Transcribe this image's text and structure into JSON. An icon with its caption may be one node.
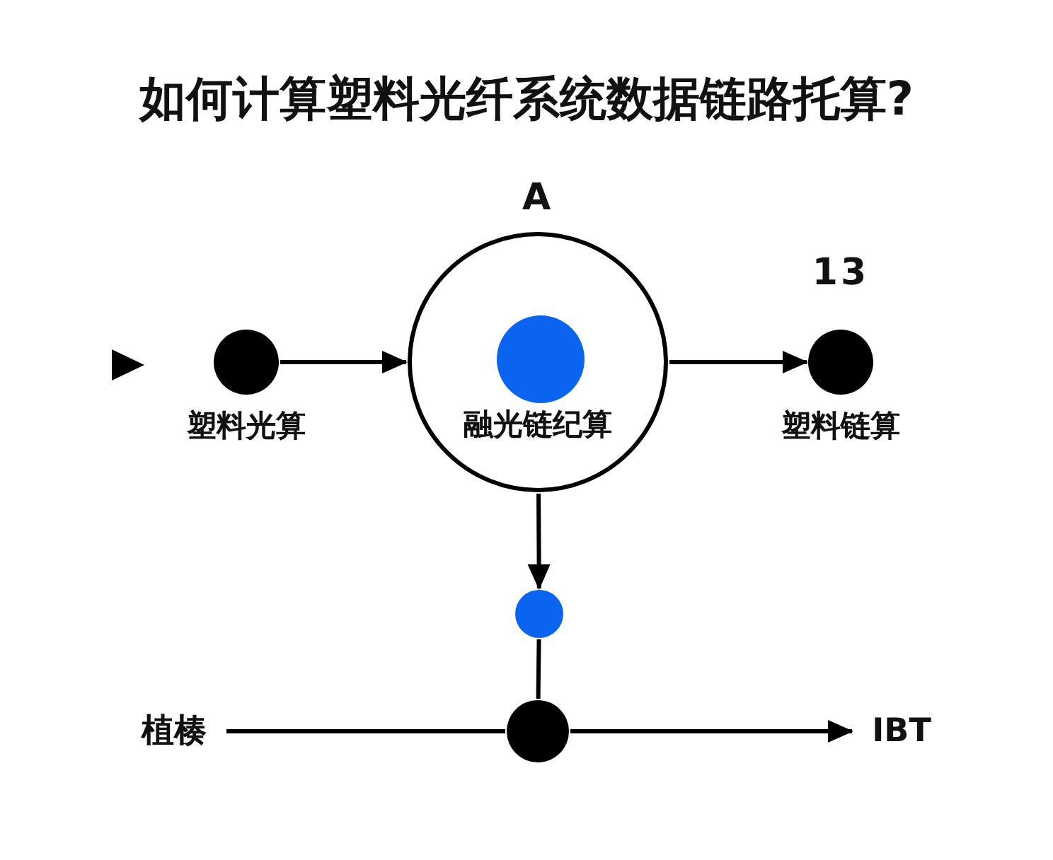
{
  "diagram": {
    "title": "如何计算塑料光纤系统数据链路托算?",
    "nodes": [
      {
        "text": [
          "塑料光算"
        ]
      },
      {
        "text": [
          "融光链纪算"
        ],
        "beside": [
          "A"
        ]
      },
      {
        "text": [],
        "shape": "circle",
        "in": 1
      },
      {
        "text": [
          "塑料链算"
        ],
        "beside": [
          "13"
        ]
      },
      {
        "text": [],
        "shape": "circle"
      },
      {
        "text": [],
        "shape": "circle"
      },
      {
        "text": [
          "植楱"
        ]
      },
      {
        "text": [
          "IBT"
        ]
      }
    ],
    "edges": [
      {
        "from": 0,
        "to": 1,
        "arrow": "to"
      },
      {
        "from": 1,
        "to": 3,
        "arrow": "to"
      },
      {
        "from": 1,
        "to": 4,
        "arrow": "to"
      },
      {
        "from": 4,
        "to": 5,
        "arrow": "none"
      },
      {
        "from": 6,
        "to": 5,
        "arrow": "none"
      },
      {
        "from": 5,
        "to": 7,
        "arrow": "to"
      }
    ]
  }
}
